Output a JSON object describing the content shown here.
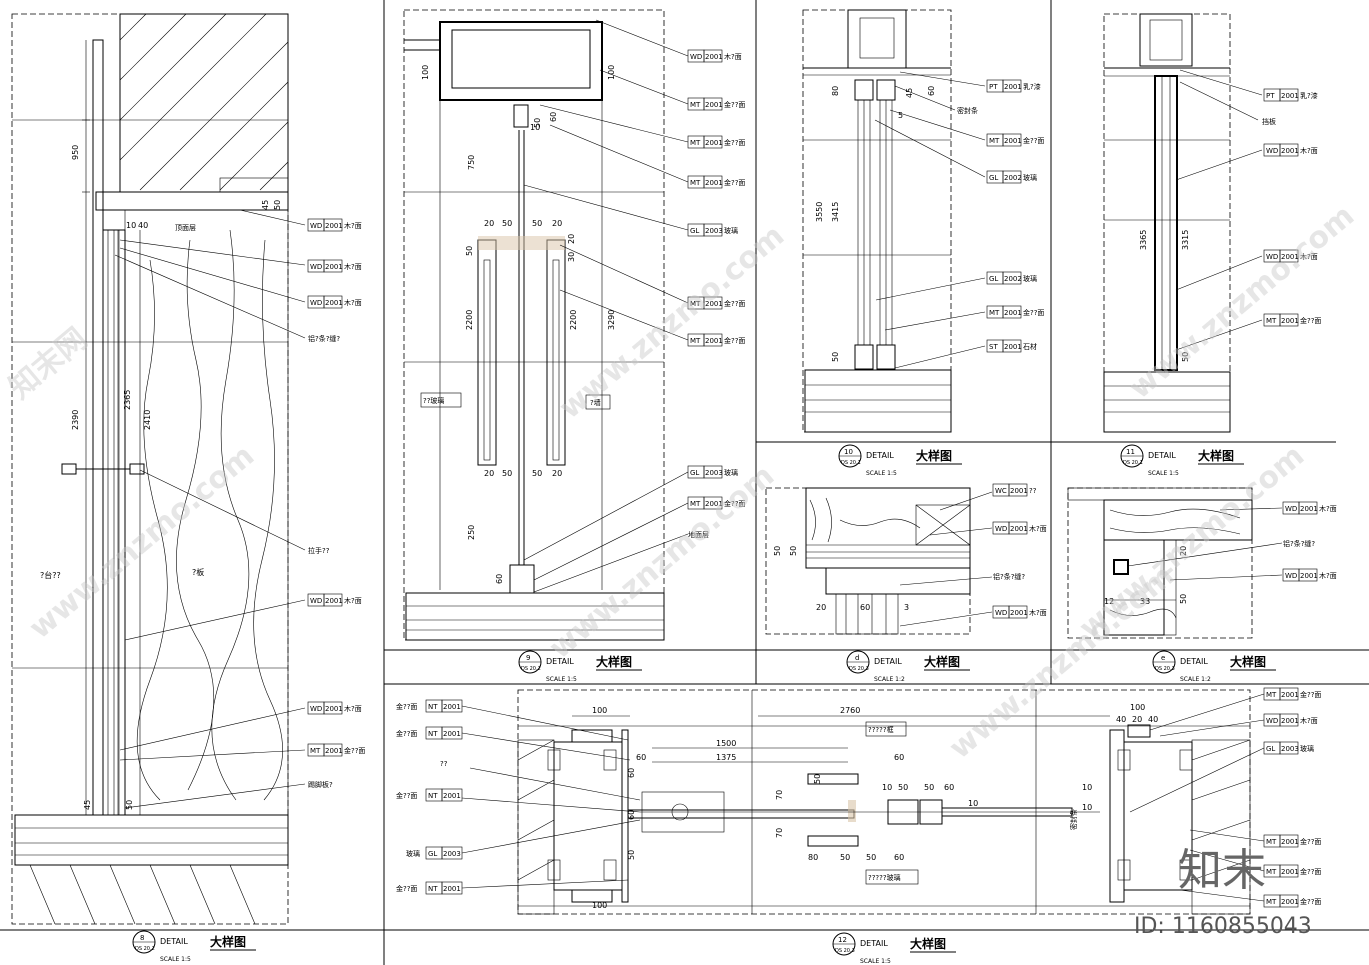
{
  "details": [
    {
      "id": "8",
      "sheet": "DS 20.2",
      "title": "DETAIL",
      "title_cn": "大样图",
      "scale": "SCALE  1:5"
    },
    {
      "id": "9",
      "sheet": "DS 20.2",
      "title": "DETAIL",
      "title_cn": "大样图",
      "scale": "SCALE  1:5"
    },
    {
      "id": "10",
      "sheet": "DS 20.1",
      "title": "DETAIL",
      "title_cn": "大样图",
      "scale": "SCALE  1:5"
    },
    {
      "id": "11",
      "sheet": "DS 20.1",
      "title": "DETAIL",
      "title_cn": "大样图",
      "scale": "SCALE  1:5"
    },
    {
      "id": "d",
      "sheet": "DS 20.3",
      "title": "DETAIL",
      "title_cn": "大样图",
      "scale": "SCALE  1:2"
    },
    {
      "id": "e",
      "sheet": "DS 20.3",
      "title": "DETAIL",
      "title_cn": "大样图",
      "scale": "SCALE  1:2"
    },
    {
      "id": "12",
      "sheet": "DS 20.3",
      "title": "DETAIL",
      "title_cn": "大样图",
      "scale": "SCALE  1:5"
    }
  ],
  "tags": {
    "wd": {
      "code": "WD",
      "num": "2001",
      "desc": "木?面"
    },
    "mt": {
      "code": "MT",
      "num": "2001",
      "desc": "金??面"
    },
    "gl1": {
      "code": "GL",
      "num": "2003",
      "desc": "玻璃"
    },
    "gl2": {
      "code": "GL",
      "num": "2002",
      "desc": "玻璃"
    },
    "pt": {
      "code": "PT",
      "num": "2001",
      "desc": "乳?漆"
    },
    "st": {
      "code": "ST",
      "num": "2001",
      "desc": "石材"
    },
    "wc": {
      "code": "WC",
      "num": "2001",
      "desc": "??"
    },
    "nt": {
      "code": "NT",
      "num": "2001",
      "desc": ""
    },
    "gl3": {
      "code": "GL",
      "num": "2003",
      "desc": ""
    }
  },
  "notes": {
    "d8_hinge": "铝?条?缝?",
    "d8_handle": "拉手??",
    "d8_side_left": "?台??",
    "d8_side_right": "?板",
    "d8_floor": "踢脚板?",
    "d8_top": "顶面层",
    "d9_left": "??玻璃",
    "d9_right": "?墙",
    "d9_bottom": "地面层",
    "d10_a": "密封条",
    "d11_a": "挡板",
    "dd_a": "铝?条?缝?",
    "de_a": "铝?条?缝?",
    "d12_top": "?????框",
    "d12_bottom": "?????玻璃",
    "d12_left1": "金??面",
    "d12_left2": "金??面",
    "d12_left3": "??",
    "d12_left4": "金??面",
    "d12_left5": "玻璃",
    "d12_left6": "金??面",
    "d12_mid": "密封条"
  },
  "dims": {
    "d8": [
      "950",
      "2390",
      "2365",
      "2410",
      "45",
      "50",
      "10",
      "40",
      "45",
      "50"
    ],
    "d9": [
      "100",
      "100",
      "750",
      "10",
      "50",
      "60",
      "20",
      "50",
      "50",
      "20",
      "50",
      "2200",
      "3290",
      "2200",
      "250",
      "60",
      "20",
      "50",
      "50",
      "20",
      "30",
      "20"
    ],
    "d10": [
      "80",
      "45",
      "60",
      "3550",
      "3415",
      "50",
      "5"
    ],
    "d11": [
      "3365",
      "3315",
      "50"
    ],
    "dd": [
      "50",
      "50",
      "20",
      "60",
      "3"
    ],
    "de": [
      "20",
      "50",
      "12",
      "33"
    ],
    "d12": [
      "100",
      "2760",
      "1500",
      "1375",
      "60",
      "60",
      "10",
      "50",
      "50",
      "60",
      "70",
      "70",
      "80",
      "50",
      "50",
      "60",
      "50",
      "60",
      "10",
      "100",
      "40",
      "20",
      "40",
      "100",
      "10",
      "10",
      "50",
      "60"
    ]
  },
  "watermark": {
    "site": "www.znzmo.com",
    "brand": "知末网",
    "logo": "知末",
    "id": "ID: 1160855043"
  }
}
